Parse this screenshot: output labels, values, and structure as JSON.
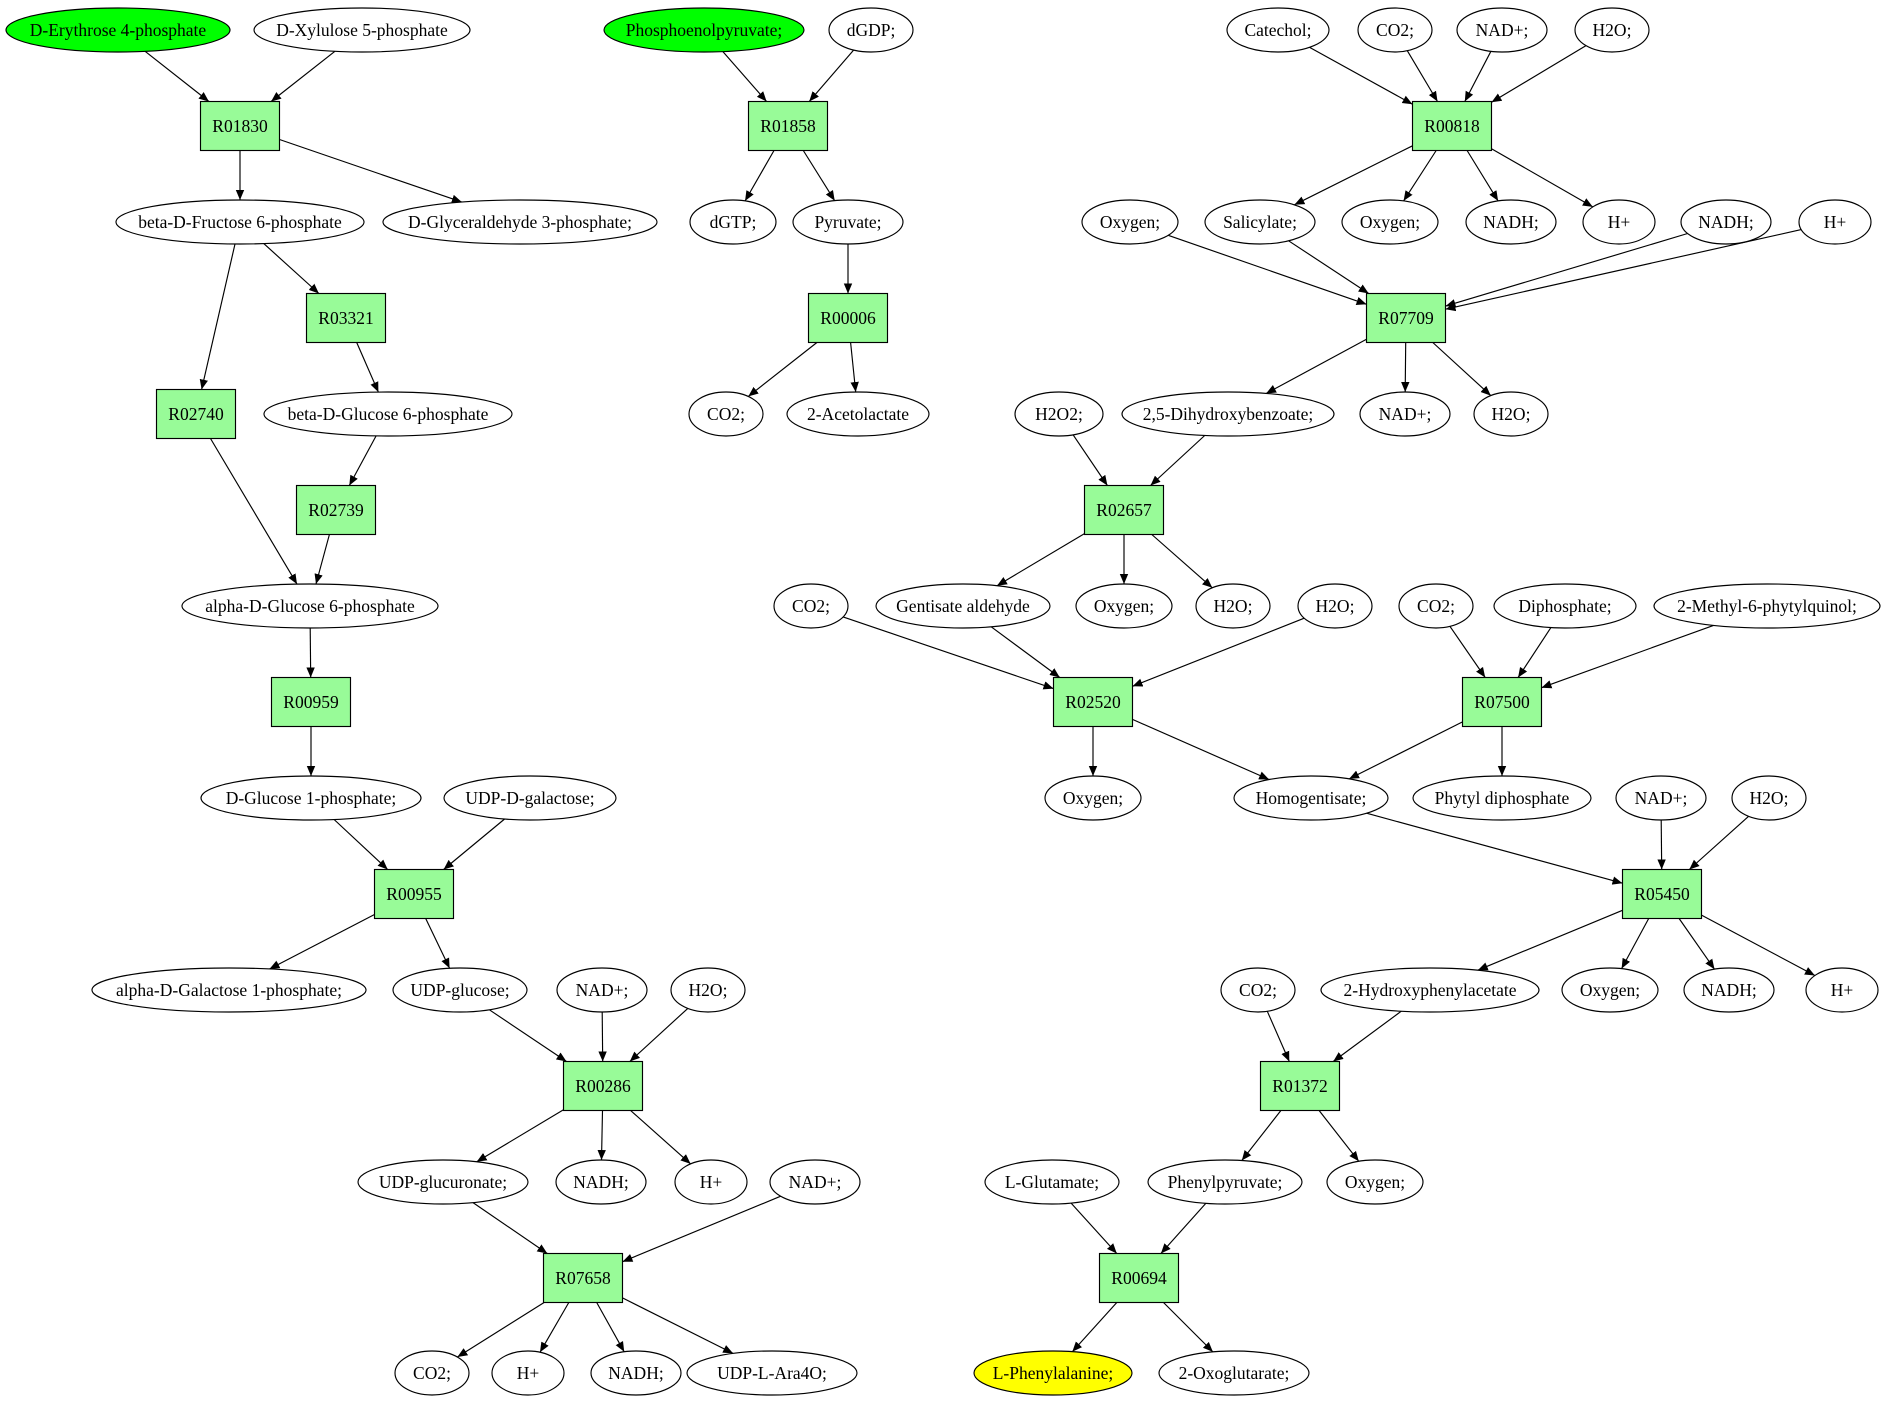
{
  "colors": {
    "reaction_fill": "#98fb98",
    "start_fill": "#00ff00",
    "target_fill": "#ffff00",
    "compound_fill": "#ffffff",
    "stroke": "#000000"
  },
  "nodes": [
    {
      "id": "c_e4p",
      "label": "D-Erythrose 4-phosphate",
      "kind": "start"
    },
    {
      "id": "c_x5p",
      "label": "D-Xylulose 5-phosphate",
      "kind": "compound"
    },
    {
      "id": "r_r01830",
      "label": "R01830",
      "kind": "reaction"
    },
    {
      "id": "c_bf6p",
      "label": "beta-D-Fructose 6-phosphate",
      "kind": "compound"
    },
    {
      "id": "c_g3p",
      "label": "D-Glyceraldehyde 3-phosphate;",
      "kind": "compound"
    },
    {
      "id": "r_r03321",
      "label": "R03321",
      "kind": "reaction"
    },
    {
      "id": "r_r02740",
      "label": "R02740",
      "kind": "reaction"
    },
    {
      "id": "c_bg6p",
      "label": "beta-D-Glucose 6-phosphate",
      "kind": "compound"
    },
    {
      "id": "r_r02739",
      "label": "R02739",
      "kind": "reaction"
    },
    {
      "id": "c_ag6p",
      "label": "alpha-D-Glucose 6-phosphate",
      "kind": "compound"
    },
    {
      "id": "r_r00959",
      "label": "R00959",
      "kind": "reaction"
    },
    {
      "id": "c_g1p",
      "label": "D-Glucose 1-phosphate;",
      "kind": "compound"
    },
    {
      "id": "c_udpgal",
      "label": "UDP-D-galactose;",
      "kind": "compound"
    },
    {
      "id": "r_r00955",
      "label": "R00955",
      "kind": "reaction"
    },
    {
      "id": "c_agal1p",
      "label": "alpha-D-Galactose 1-phosphate;",
      "kind": "compound"
    },
    {
      "id": "c_udpglc",
      "label": "UDP-glucose;",
      "kind": "compound"
    },
    {
      "id": "c_nadp_a",
      "label": "NAD+;",
      "kind": "compound"
    },
    {
      "id": "c_h2o_a",
      "label": "H2O;",
      "kind": "compound"
    },
    {
      "id": "r_r00286",
      "label": "R00286",
      "kind": "reaction"
    },
    {
      "id": "c_udpgluc",
      "label": "UDP-glucuronate;",
      "kind": "compound"
    },
    {
      "id": "c_nadh_a",
      "label": "NADH;",
      "kind": "compound"
    },
    {
      "id": "c_h_a",
      "label": "H+",
      "kind": "compound"
    },
    {
      "id": "c_nadp_b",
      "label": "NAD+;",
      "kind": "compound"
    },
    {
      "id": "r_r07658",
      "label": "R07658",
      "kind": "reaction"
    },
    {
      "id": "c_co2_a",
      "label": "CO2;",
      "kind": "compound"
    },
    {
      "id": "c_h_b",
      "label": "H+",
      "kind": "compound"
    },
    {
      "id": "c_nadh_b",
      "label": "NADH;",
      "kind": "compound"
    },
    {
      "id": "c_udpara",
      "label": "UDP-L-Ara4O;",
      "kind": "compound"
    },
    {
      "id": "c_pep",
      "label": "Phosphoenolpyruvate;",
      "kind": "start"
    },
    {
      "id": "c_dgdp",
      "label": "dGDP;",
      "kind": "compound"
    },
    {
      "id": "r_r01858",
      "label": "R01858",
      "kind": "reaction"
    },
    {
      "id": "c_dgtp",
      "label": "dGTP;",
      "kind": "compound"
    },
    {
      "id": "c_pyr",
      "label": "Pyruvate;",
      "kind": "compound"
    },
    {
      "id": "r_r00006",
      "label": "R00006",
      "kind": "reaction"
    },
    {
      "id": "c_co2_b",
      "label": "CO2;",
      "kind": "compound"
    },
    {
      "id": "c_acl",
      "label": "2-Acetolactate",
      "kind": "compound"
    },
    {
      "id": "c_cat",
      "label": "Catechol;",
      "kind": "compound"
    },
    {
      "id": "c_co2_c",
      "label": "CO2;",
      "kind": "compound"
    },
    {
      "id": "c_nadp_c",
      "label": "NAD+;",
      "kind": "compound"
    },
    {
      "id": "c_h2o_c",
      "label": "H2O;",
      "kind": "compound"
    },
    {
      "id": "r_r00818",
      "label": "R00818",
      "kind": "reaction"
    },
    {
      "id": "c_oxy_a",
      "label": "Oxygen;",
      "kind": "compound"
    },
    {
      "id": "c_sal",
      "label": "Salicylate;",
      "kind": "compound"
    },
    {
      "id": "c_oxy_b",
      "label": "Oxygen;",
      "kind": "compound"
    },
    {
      "id": "c_nadh_c",
      "label": "NADH;",
      "kind": "compound"
    },
    {
      "id": "c_h_c",
      "label": "H+",
      "kind": "compound"
    },
    {
      "id": "c_nadh_d",
      "label": "NADH;",
      "kind": "compound"
    },
    {
      "id": "c_h_d",
      "label": "H+",
      "kind": "compound"
    },
    {
      "id": "r_r07709",
      "label": "R07709",
      "kind": "reaction"
    },
    {
      "id": "c_h2o2",
      "label": "H2O2;",
      "kind": "compound"
    },
    {
      "id": "c_dhb",
      "label": "2,5-Dihydroxybenzoate;",
      "kind": "compound"
    },
    {
      "id": "c_nadp_d",
      "label": "NAD+;",
      "kind": "compound"
    },
    {
      "id": "c_h2o_d",
      "label": "H2O;",
      "kind": "compound"
    },
    {
      "id": "r_r02657",
      "label": "R02657",
      "kind": "reaction"
    },
    {
      "id": "c_co2_d",
      "label": "CO2;",
      "kind": "compound"
    },
    {
      "id": "c_gald",
      "label": "Gentisate aldehyde",
      "kind": "compound"
    },
    {
      "id": "c_oxy_c",
      "label": "Oxygen;",
      "kind": "compound"
    },
    {
      "id": "c_h2o_e",
      "label": "H2O;",
      "kind": "compound"
    },
    {
      "id": "c_h2o_f",
      "label": "H2O;",
      "kind": "compound"
    },
    {
      "id": "r_r02520",
      "label": "R02520",
      "kind": "reaction"
    },
    {
      "id": "c_co2_e",
      "label": "CO2;",
      "kind": "compound"
    },
    {
      "id": "c_pp",
      "label": "Diphosphate;",
      "kind": "compound"
    },
    {
      "id": "c_mpq",
      "label": "2-Methyl-6-phytylquinol;",
      "kind": "compound"
    },
    {
      "id": "r_r07500",
      "label": "R07500",
      "kind": "reaction"
    },
    {
      "id": "c_oxy_d",
      "label": "Oxygen;",
      "kind": "compound"
    },
    {
      "id": "c_hgs",
      "label": "Homogentisate;",
      "kind": "compound"
    },
    {
      "id": "c_phdp",
      "label": "Phytyl diphosphate",
      "kind": "compound"
    },
    {
      "id": "c_nadp_e",
      "label": "NAD+;",
      "kind": "compound"
    },
    {
      "id": "c_h2o_g",
      "label": "H2O;",
      "kind": "compound"
    },
    {
      "id": "r_r05450",
      "label": "R05450",
      "kind": "reaction"
    },
    {
      "id": "c_co2_f",
      "label": "CO2;",
      "kind": "compound"
    },
    {
      "id": "c_hpa",
      "label": "2-Hydroxyphenylacetate",
      "kind": "compound"
    },
    {
      "id": "c_oxy_e",
      "label": "Oxygen;",
      "kind": "compound"
    },
    {
      "id": "c_nadh_e",
      "label": "NADH;",
      "kind": "compound"
    },
    {
      "id": "c_h_e",
      "label": "H+",
      "kind": "compound"
    },
    {
      "id": "r_r01372",
      "label": "R01372",
      "kind": "reaction"
    },
    {
      "id": "c_glu",
      "label": "L-Glutamate;",
      "kind": "compound"
    },
    {
      "id": "c_ppyr",
      "label": "Phenylpyruvate;",
      "kind": "compound"
    },
    {
      "id": "c_oxy_f",
      "label": "Oxygen;",
      "kind": "compound"
    },
    {
      "id": "r_r00694",
      "label": "R00694",
      "kind": "reaction"
    },
    {
      "id": "c_phe",
      "label": "L-Phenylalanine;",
      "kind": "target"
    },
    {
      "id": "c_akg",
      "label": "2-Oxoglutarate;",
      "kind": "compound"
    }
  ],
  "edges": [
    [
      "c_e4p",
      "r_r01830"
    ],
    [
      "c_x5p",
      "r_r01830"
    ],
    [
      "r_r01830",
      "c_bf6p"
    ],
    [
      "r_r01830",
      "c_g3p"
    ],
    [
      "c_bf6p",
      "r_r03321"
    ],
    [
      "c_bf6p",
      "r_r02740"
    ],
    [
      "r_r03321",
      "c_bg6p"
    ],
    [
      "c_bg6p",
      "r_r02739"
    ],
    [
      "r_r02740",
      "c_ag6p"
    ],
    [
      "r_r02739",
      "c_ag6p"
    ],
    [
      "c_ag6p",
      "r_r00959"
    ],
    [
      "r_r00959",
      "c_g1p"
    ],
    [
      "c_g1p",
      "r_r00955"
    ],
    [
      "c_udpgal",
      "r_r00955"
    ],
    [
      "r_r00955",
      "c_agal1p"
    ],
    [
      "r_r00955",
      "c_udpglc"
    ],
    [
      "c_udpglc",
      "r_r00286"
    ],
    [
      "c_nadp_a",
      "r_r00286"
    ],
    [
      "c_h2o_a",
      "r_r00286"
    ],
    [
      "r_r00286",
      "c_udpgluc"
    ],
    [
      "r_r00286",
      "c_nadh_a"
    ],
    [
      "r_r00286",
      "c_h_a"
    ],
    [
      "c_udpgluc",
      "r_r07658"
    ],
    [
      "c_nadp_b",
      "r_r07658"
    ],
    [
      "r_r07658",
      "c_co2_a"
    ],
    [
      "r_r07658",
      "c_h_b"
    ],
    [
      "r_r07658",
      "c_nadh_b"
    ],
    [
      "r_r07658",
      "c_udpara"
    ],
    [
      "c_pep",
      "r_r01858"
    ],
    [
      "c_dgdp",
      "r_r01858"
    ],
    [
      "r_r01858",
      "c_dgtp"
    ],
    [
      "r_r01858",
      "c_pyr"
    ],
    [
      "c_pyr",
      "r_r00006"
    ],
    [
      "r_r00006",
      "c_co2_b"
    ],
    [
      "r_r00006",
      "c_acl"
    ],
    [
      "c_cat",
      "r_r00818"
    ],
    [
      "c_co2_c",
      "r_r00818"
    ],
    [
      "c_nadp_c",
      "r_r00818"
    ],
    [
      "c_h2o_c",
      "r_r00818"
    ],
    [
      "r_r00818",
      "c_sal"
    ],
    [
      "r_r00818",
      "c_oxy_b"
    ],
    [
      "r_r00818",
      "c_nadh_c"
    ],
    [
      "r_r00818",
      "c_h_c"
    ],
    [
      "c_oxy_a",
      "r_r07709"
    ],
    [
      "c_sal",
      "r_r07709"
    ],
    [
      "c_nadh_d",
      "r_r07709"
    ],
    [
      "c_h_d",
      "r_r07709"
    ],
    [
      "r_r07709",
      "c_dhb"
    ],
    [
      "r_r07709",
      "c_nadp_d"
    ],
    [
      "r_r07709",
      "c_h2o_d"
    ],
    [
      "c_h2o2",
      "r_r02657"
    ],
    [
      "c_dhb",
      "r_r02657"
    ],
    [
      "r_r02657",
      "c_gald"
    ],
    [
      "r_r02657",
      "c_oxy_c"
    ],
    [
      "r_r02657",
      "c_h2o_e"
    ],
    [
      "c_co2_d",
      "r_r02520"
    ],
    [
      "c_gald",
      "r_r02520"
    ],
    [
      "c_h2o_f",
      "r_r02520"
    ],
    [
      "r_r02520",
      "c_oxy_d"
    ],
    [
      "r_r02520",
      "c_hgs"
    ],
    [
      "c_co2_e",
      "r_r07500"
    ],
    [
      "c_pp",
      "r_r07500"
    ],
    [
      "c_mpq",
      "r_r07500"
    ],
    [
      "r_r07500",
      "c_hgs"
    ],
    [
      "r_r07500",
      "c_phdp"
    ],
    [
      "c_hgs",
      "r_r05450"
    ],
    [
      "c_nadp_e",
      "r_r05450"
    ],
    [
      "c_h2o_g",
      "r_r05450"
    ],
    [
      "r_r05450",
      "c_hpa"
    ],
    [
      "r_r05450",
      "c_oxy_e"
    ],
    [
      "r_r05450",
      "c_nadh_e"
    ],
    [
      "r_r05450",
      "c_h_e"
    ],
    [
      "c_co2_f",
      "r_r01372"
    ],
    [
      "c_hpa",
      "r_r01372"
    ],
    [
      "r_r01372",
      "c_ppyr"
    ],
    [
      "r_r01372",
      "c_oxy_f"
    ],
    [
      "c_glu",
      "r_r00694"
    ],
    [
      "c_ppyr",
      "r_r00694"
    ],
    [
      "r_r00694",
      "c_phe"
    ],
    [
      "r_r00694",
      "c_akg"
    ]
  ]
}
